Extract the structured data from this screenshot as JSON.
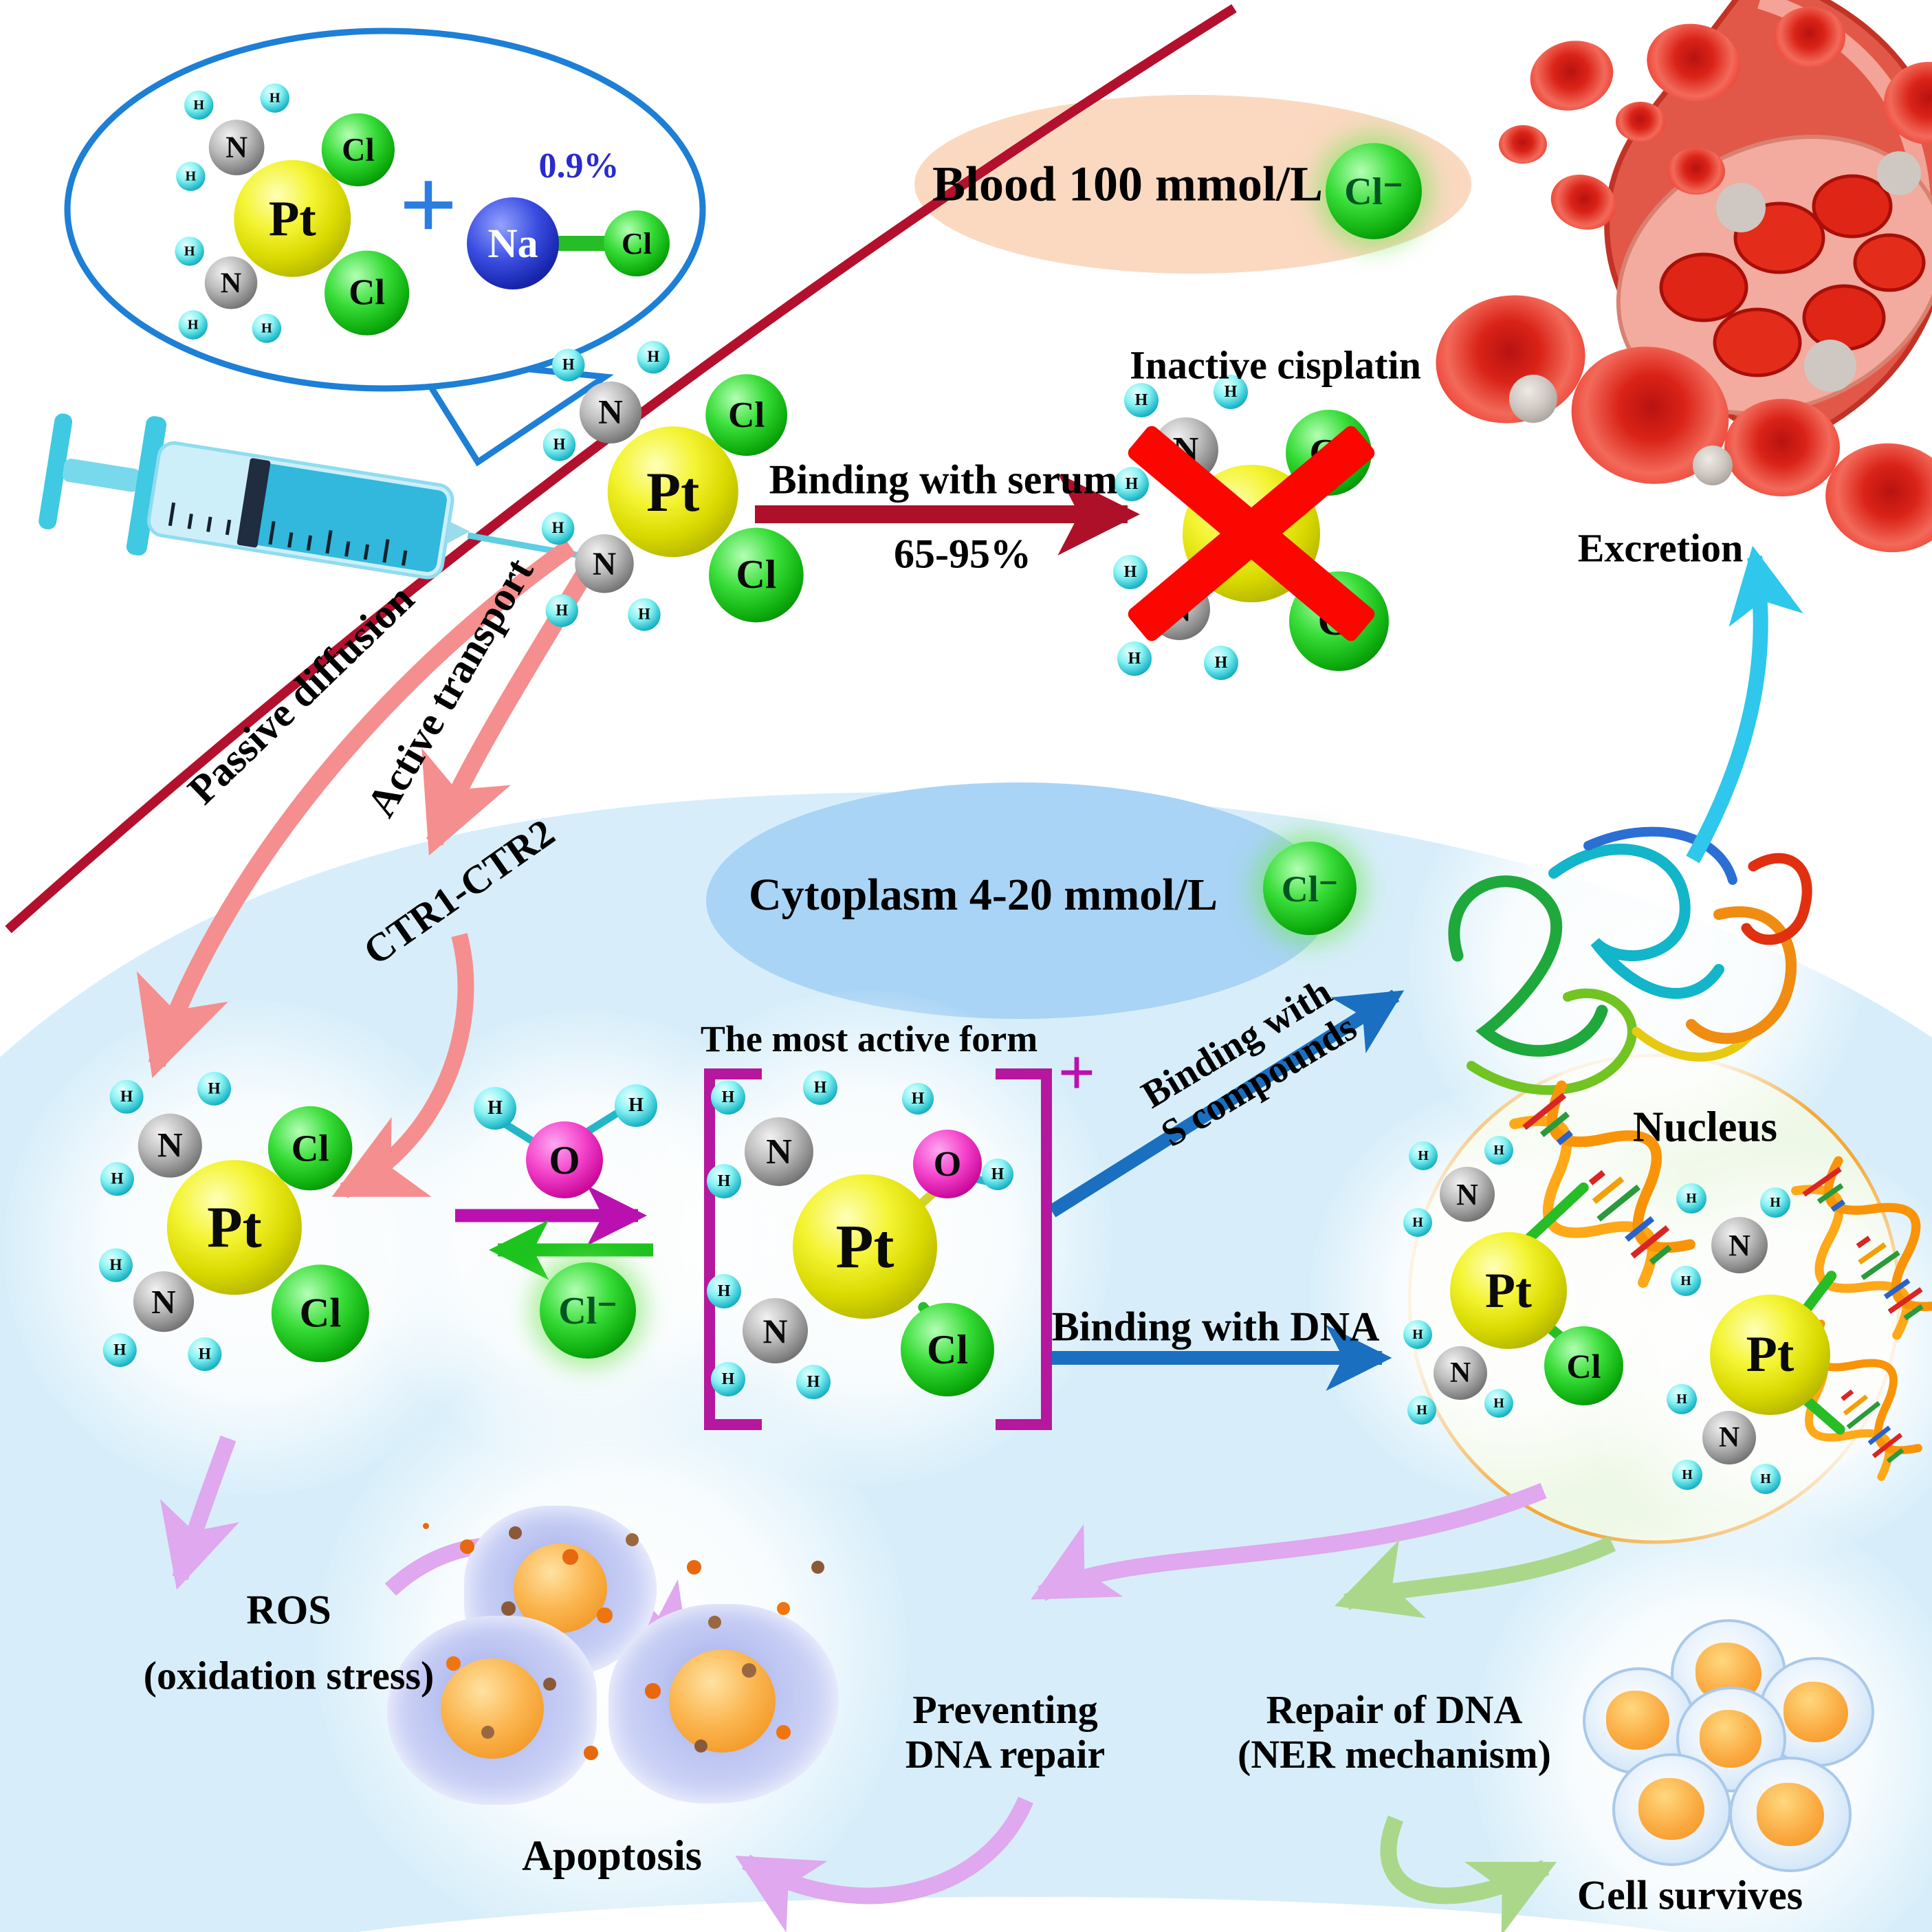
{
  "colors": {
    "cell_fill": "#d7eefa",
    "cytoplasm_ellipse": "#a9d4f5",
    "blood_ellipse": "#fbd9c1",
    "nucleus_fill": "#eef8e6",
    "nucleus_border": "#f2a93b",
    "membrane": "#b3102e",
    "arrow_pink": "#f58e8e",
    "arrow_blue": "#1a6fc0",
    "arrow_cyan": "#2fc7eb",
    "arrow_violet": "#dfa8ef",
    "arrow_green_soft": "#abd78b",
    "arrow_magenta": "#bb10b0",
    "arrow_green": "#1ec41e",
    "arrow_dark_red": "#ad1028",
    "bracket": "#b5179e",
    "speech_bubble_border": "#1d7fd6"
  },
  "atoms": {
    "pt": "Pt",
    "cl": "Cl",
    "n": "N",
    "h": "H",
    "o": "O",
    "na": "Na",
    "cl_ion": "Cl⁻"
  },
  "bubble": {
    "plus": "+",
    "saline_pct": "0.9%"
  },
  "blood": {
    "label": "Blood 100 mmol/L"
  },
  "serum": {
    "binding": "Binding with serum",
    "percent": "65-95%",
    "inactive": "Inactive cisplatin"
  },
  "excretion": {
    "label": "Excretion"
  },
  "transport": {
    "passive": "Passive diffusion",
    "active": "Active transport",
    "ctr": "CTR1-CTR2"
  },
  "cytoplasm": {
    "label": "Cytoplasm 4-20 mmol/L"
  },
  "active_form": {
    "title": "The most active form",
    "charge": "+"
  },
  "binding": {
    "s_line1": "Binding with",
    "s_line2": "S compounds",
    "dna": "Binding with DNA"
  },
  "nucleus": {
    "label": "Nucleus"
  },
  "outcomes": {
    "ros": "ROS",
    "ros_sub": "(oxidation stress)",
    "apoptosis": "Apoptosis",
    "preventing_l1": "Preventing",
    "preventing_l2": "DNA repair",
    "repair_l1": "Repair of DNA",
    "repair_l2": "(NER mechanism)",
    "cell_survives": "Cell survives"
  }
}
